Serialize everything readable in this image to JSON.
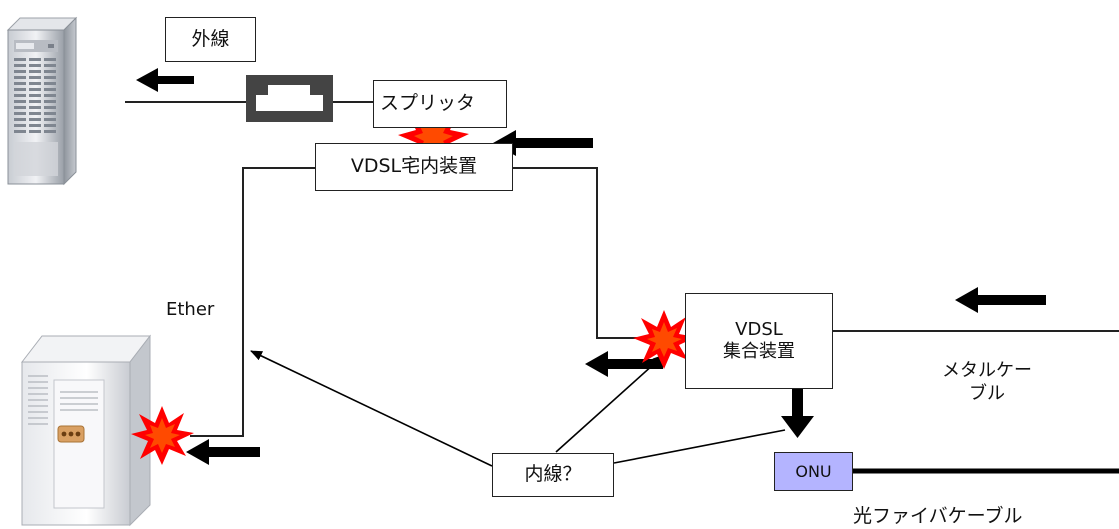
{
  "labels": {
    "outer_line": "外線",
    "splitter": "スプリッタ",
    "vdsl_home_unit": "VDSL宅内装置",
    "vdsl_collective_line1": "VDSL",
    "vdsl_collective_line2": "集合装置",
    "ether": "Ether",
    "metal_cable_line1": "メタルケー",
    "metal_cable_line2": "ブル",
    "onu": "ONU",
    "fiber_cable": "光ファイバケーブル",
    "inner_wire": "内線？"
  },
  "colors": {
    "line": "#222222",
    "arrow": "#000000",
    "onu_fill": "#b4b4ff",
    "burst_outer": "#ff0000",
    "burst_inner": "#ff4a00",
    "jack_frame": "#444444"
  },
  "icons": {
    "server_top": "server-tower-icon",
    "server_bottom": "server-white-icon",
    "modular_jack": "modular-jack-icon",
    "burst": "explosion-burst-icon",
    "arrow": "block-arrow-icon"
  }
}
